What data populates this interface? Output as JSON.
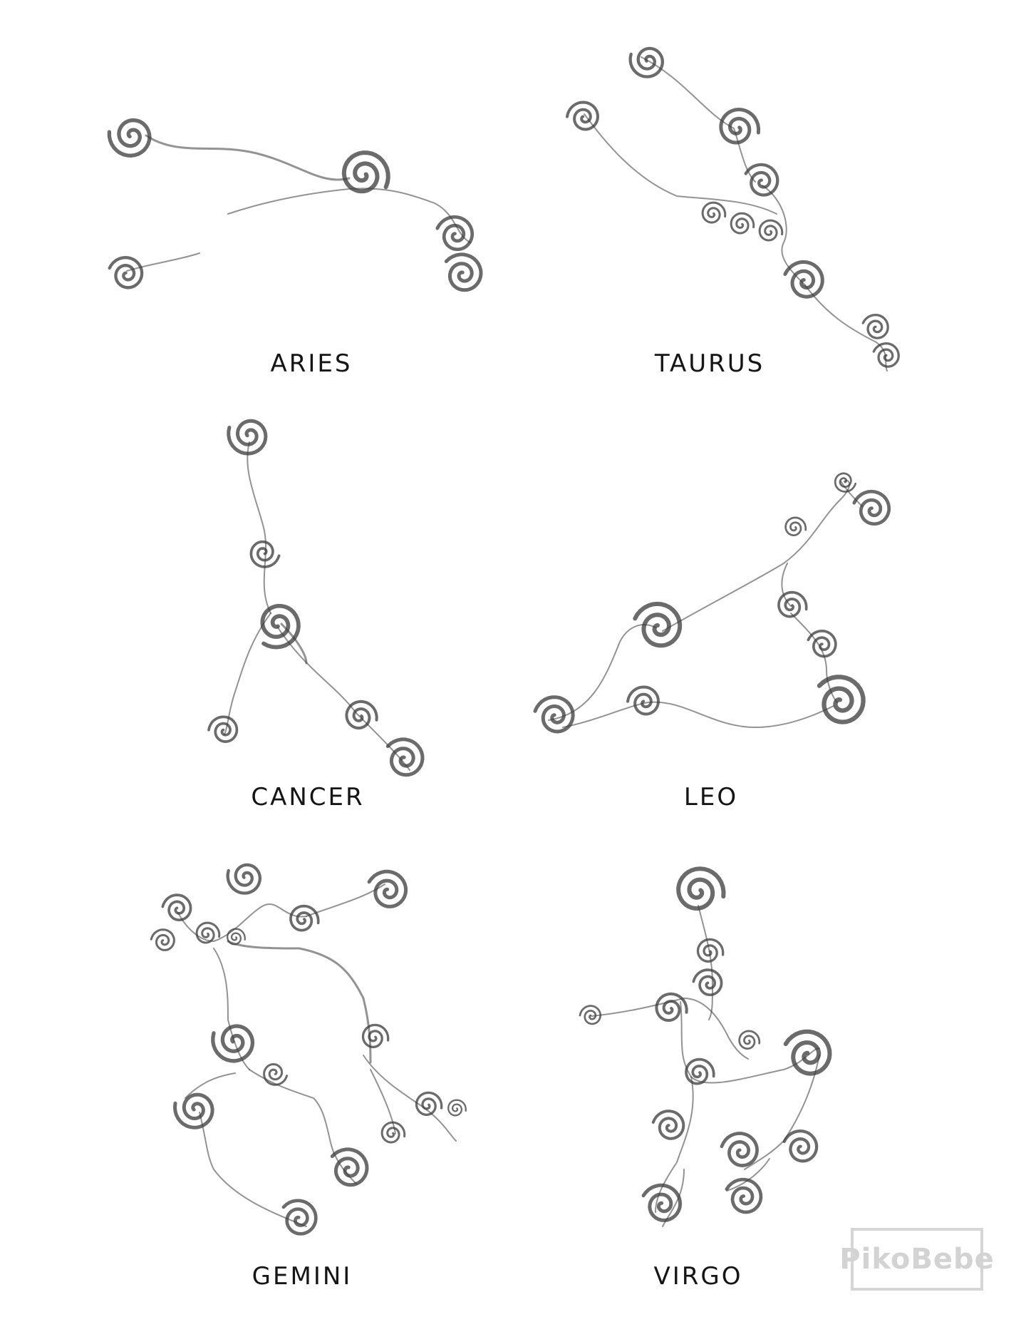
{
  "signs": [
    {
      "id": "aries",
      "label": "ARIES"
    },
    {
      "id": "taurus",
      "label": "TAURUS"
    },
    {
      "id": "cancer",
      "label": "CANCER"
    },
    {
      "id": "leo",
      "label": "LEO"
    },
    {
      "id": "gemini",
      "label": "GEMINI"
    },
    {
      "id": "virgo",
      "label": "VIRGO"
    }
  ],
  "watermark": {
    "text": "PikoBebe"
  },
  "colors": {
    "background": "#ffffff",
    "stroke": "#3a3a3a",
    "label": "#151515",
    "watermark": "#d3d3d3"
  }
}
